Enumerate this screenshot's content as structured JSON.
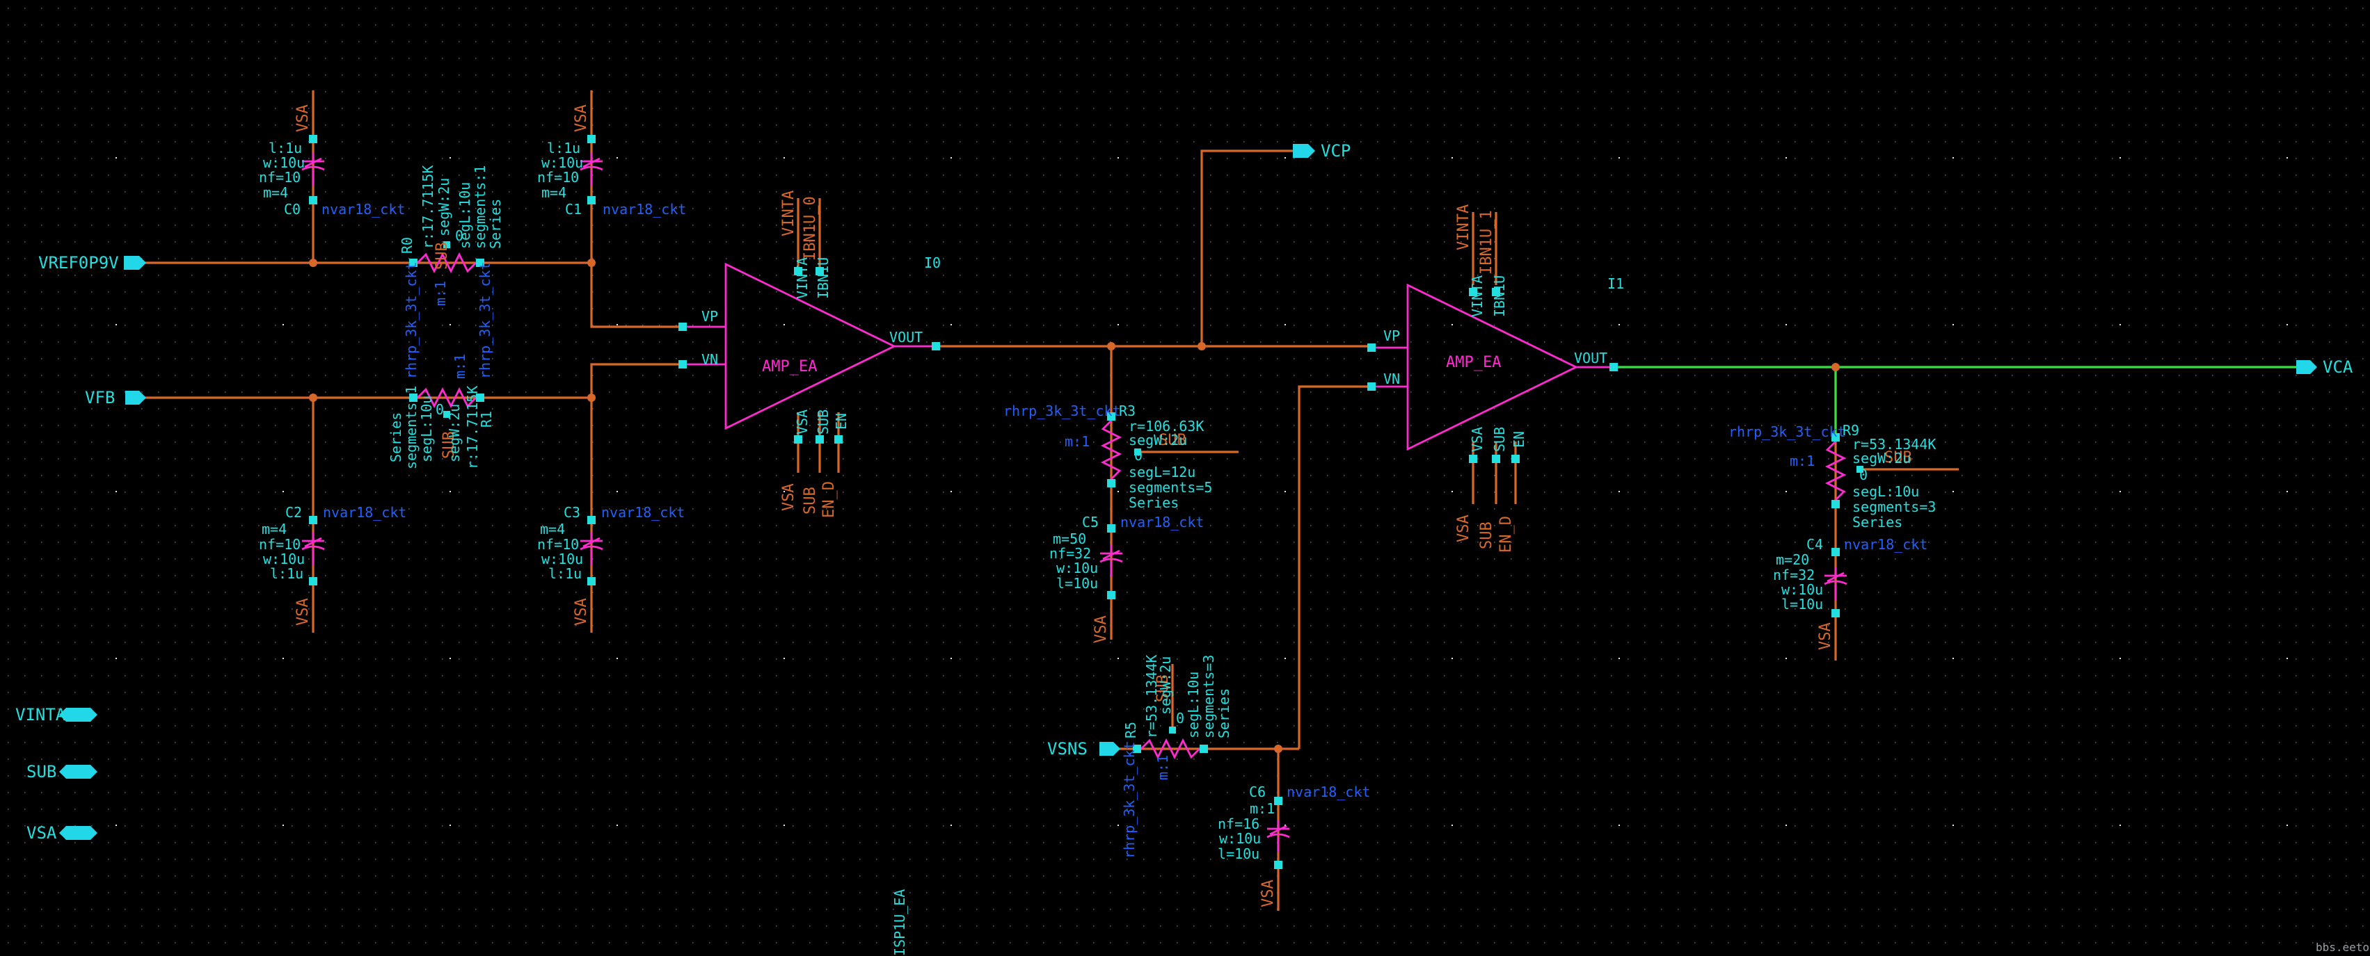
{
  "ports": {
    "vref": "VREF0P9V",
    "vfb": "VFB",
    "vcp": "VCP",
    "vca": "VCA",
    "vsns": "VSNS",
    "vinta": "VINTA",
    "sub": "SUB",
    "vsa": "VSA"
  },
  "net": {
    "vsa": "VSA",
    "vinta": "VINTA",
    "sub": "SUB",
    "en_d": "EN_D",
    "ibn1u_0": "IBN1U_0",
    "ibn1u_1": "IBN1U_1"
  },
  "amp": {
    "name": "AMP_EA",
    "vp": "VP",
    "vn": "VN",
    "vout": "VOUT",
    "vinta": "VINTA",
    "ibn1u": "IBN1U",
    "vsa": "VSA",
    "sub": "SUB",
    "en": "EN",
    "inst0": "I0",
    "inst1": "I1"
  },
  "caps": {
    "c0": {
      "name": "C0",
      "model": "nvar18_ckt",
      "l": "l:1u",
      "w": "w:10u",
      "nf": "nf=10",
      "m": "m=4"
    },
    "c1": {
      "name": "C1",
      "model": "nvar18_ckt",
      "l": "l:1u",
      "w": "w:10u",
      "nf": "nf=10",
      "m": "m=4"
    },
    "c2": {
      "name": "C2",
      "model": "nvar18_ckt",
      "l": "l:1u",
      "w": "w:10u",
      "nf": "nf=10",
      "m": "m=4"
    },
    "c3": {
      "name": "C3",
      "model": "nvar18_ckt",
      "l": "l:1u",
      "w": "w:10u",
      "nf": "nf=10",
      "m": "m=4"
    },
    "c4": {
      "name": "C4",
      "model": "nvar18_ckt",
      "m": "m=20",
      "nf": "nf=32",
      "w": "w:10u",
      "l": "l=10u"
    },
    "c5": {
      "name": "C5",
      "model": "nvar18_ckt",
      "m": "m=50",
      "nf": "nf=32",
      "w": "w:10u",
      "l": "l=10u"
    },
    "c6": {
      "name": "C6",
      "model": "nvar18_ckt",
      "m": "m:1",
      "nf": "nf=16",
      "w": "w:10u",
      "l": "l=10u"
    }
  },
  "res": {
    "r0": {
      "name": "R0",
      "model": "rhrp_3k_3t_ckt",
      "r": "r:17.7115K",
      "segw": "segW:2u",
      "segl": "segL:10u",
      "segments": "segments:1",
      "series": "Series",
      "m": "m:1",
      "sub": "SUB"
    },
    "r1": {
      "name": "R1",
      "model": "rhrp_3k_3t_ckt",
      "r": "r:17.7115K",
      "segw": "segW:2u",
      "segl": "segL:10u",
      "segments": "segments:1",
      "series": "Series",
      "m": "m:1",
      "sub": "SUB"
    },
    "r3": {
      "name": "R3",
      "model": "rhrp_3k_3t_ckt",
      "r": "r=106.63K",
      "segw": "segW:2u",
      "segl": "segL=12u",
      "segments": "segments=5",
      "series": "Series",
      "m": "m:1",
      "sub": "SUB"
    },
    "r5": {
      "name": "R5",
      "model": "rhrp_3k_3t_ckt",
      "r": "r=53.1344K",
      "segw": "segW:2u",
      "segl": "segL:10u",
      "segments": "segments=3",
      "series": "Series",
      "m": "m:1",
      "sub": "SUB"
    },
    "r9": {
      "name": "R9",
      "model": "rhrp_3k_3t_ckt",
      "r": "r=53.1344K",
      "segw": "segW:2u",
      "segl": "segL:10u",
      "segments": "segments=3",
      "series": "Series",
      "m": "m:1",
      "sub": "SUB"
    }
  },
  "cell": "ISP1U_EA",
  "watermark": "bbs.eetop.cn",
  "zero": "0"
}
